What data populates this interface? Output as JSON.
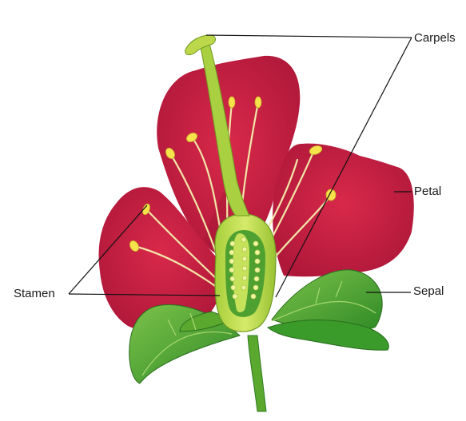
{
  "labels": {
    "carpels": "Carpels",
    "petal": "Petal",
    "sepal": "Sepal",
    "stamen": "Stamen"
  },
  "colors": {
    "petal": "#c8203d",
    "petal_dark": "#9a1630",
    "leaf": "#3a9a2a",
    "leaf_light": "#7cc24a",
    "carpel": "#bcd84a",
    "filament": "#f2e6a8",
    "anther": "#f6e24a",
    "stem": "#5aa82e"
  }
}
